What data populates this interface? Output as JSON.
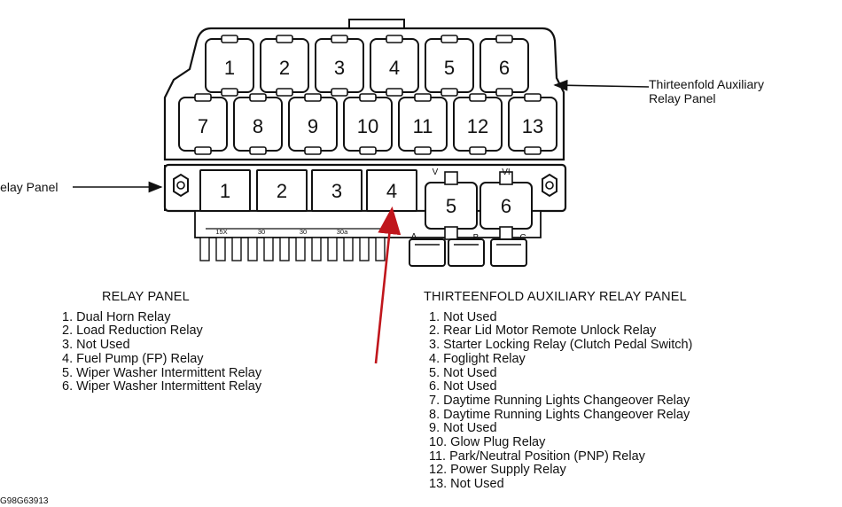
{
  "callouts": {
    "aux_panel": [
      "Thirteenfold Auxiliary",
      "Relay Panel"
    ],
    "relay_panel": "Relay Panel"
  },
  "aux_slots": [
    "1",
    "2",
    "3",
    "4",
    "5",
    "6",
    "7",
    "8",
    "9",
    "10",
    "11",
    "12",
    "13"
  ],
  "main_slots": [
    "1",
    "2",
    "3",
    "4",
    "5",
    "6"
  ],
  "fuse_markers": [
    "V",
    "VI"
  ],
  "terminal_labels": [
    "15X",
    "30",
    "30",
    "30a"
  ],
  "connector_labels": [
    "A",
    "B",
    "C"
  ],
  "relay_panel_list": {
    "title": "RELAY PANEL",
    "items": [
      "1. Dual Horn Relay",
      "2. Load Reduction Relay",
      "3. Not Used",
      "4. Fuel Pump (FP) Relay",
      "5. Wiper Washer Intermittent Relay",
      "6. Wiper Washer Intermittent Relay"
    ]
  },
  "aux_panel_list": {
    "title": "THIRTEENFOLD AUXILIARY RELAY PANEL",
    "items": [
      "1. Not Used",
      "2. Rear Lid Motor Remote Unlock Relay",
      "3. Starter Locking Relay (Clutch Pedal Switch)",
      "4. Foglight Relay",
      "5. Not Used",
      "6. Not Used",
      "7. Daytime Running Lights Changeover Relay",
      "8. Daytime Running Lights Changeover Relay",
      "9. Not Used",
      "10. Glow Plug Relay",
      "11. Park/Neutral Position (PNP) Relay",
      "12. Power Supply Relay",
      "13. Not Used"
    ]
  },
  "figure_id": "G98G63913",
  "colors": {
    "line": "#111111",
    "highlight_arrow": "#c0161c"
  }
}
